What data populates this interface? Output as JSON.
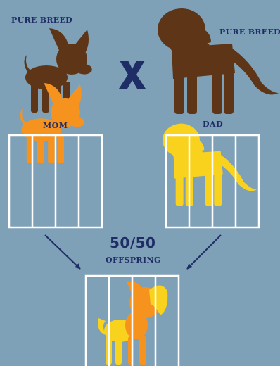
{
  "labels": {
    "mom_breed": "PURE BREED",
    "dad_breed": "PURE BREED",
    "cross": "X",
    "mom": "MOM",
    "dad": "DAD",
    "ratio": "50/50",
    "offspring": "OFFSPRING"
  },
  "colors": {
    "background": "#7fa1b7",
    "brown": "#5e3517",
    "orange": "#f6931f",
    "yellow": "#f9d21d",
    "navy": "#1f2d66",
    "cage": "#ffffff"
  },
  "icons": [
    "chihuahua-icon",
    "labrador-icon",
    "mixed-puppy-icon",
    "arrow-icon"
  ]
}
